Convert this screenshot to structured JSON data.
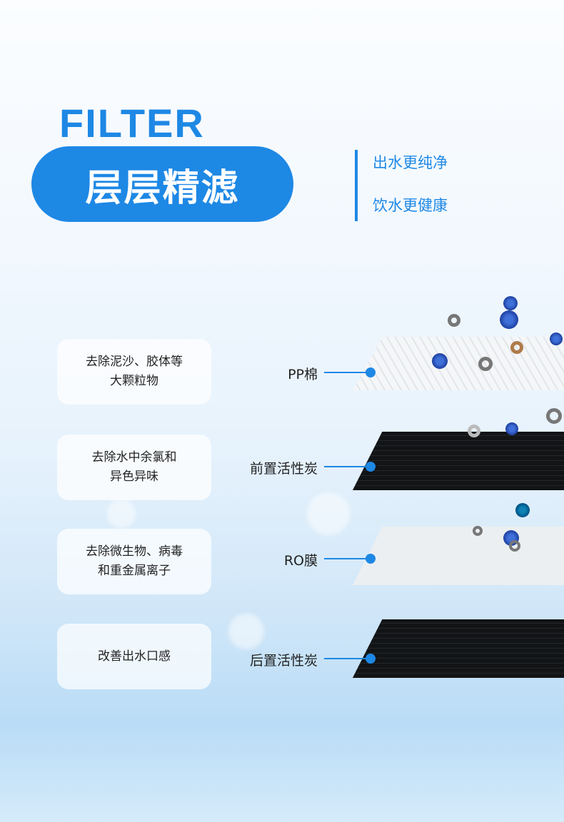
{
  "header": {
    "title_en": "FILTER",
    "title_cn": "层层精滤",
    "slogans": [
      "出水更纯净",
      "饮水更健康"
    ]
  },
  "layers": [
    {
      "name": "PP棉",
      "desc": [
        "去除泥沙、胶体等",
        "大颗粒物"
      ]
    },
    {
      "name": "前置活性炭",
      "desc": [
        "去除水中余氯和",
        "异色异味"
      ]
    },
    {
      "name": "RO膜",
      "desc": [
        "去除微生物、病毒",
        "和重金属离子"
      ]
    },
    {
      "name": "后置活性炭",
      "desc": [
        "改善出水口感"
      ]
    }
  ],
  "colors": {
    "accent": "#1e88e5"
  }
}
